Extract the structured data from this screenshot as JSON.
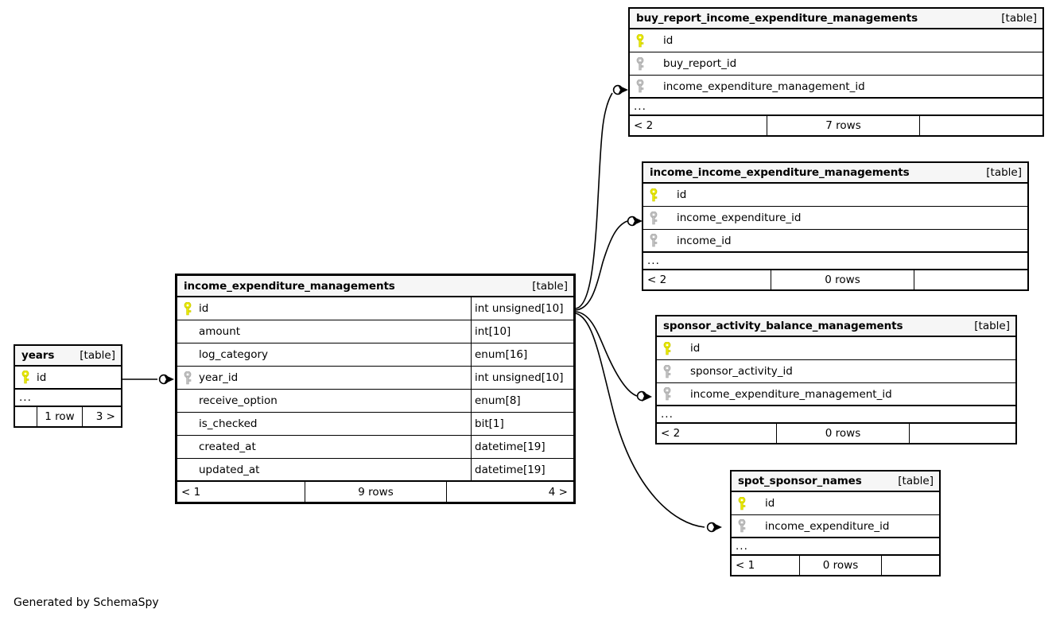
{
  "diagram": {
    "generator_note": "Generated by SchemaSpy",
    "table_tag": "[table]",
    "ellipsis": "...",
    "icons": {
      "primary_key": "key-icon-primary",
      "foreign_key": "key-icon-foreign"
    },
    "colors": {
      "primary_key": "#e8e800",
      "foreign_key": "#bbbbbb",
      "header_bg": "#f6f6f6",
      "border": "#000000",
      "background": "#ffffff"
    }
  },
  "tables": {
    "years": {
      "name": "years",
      "tag": "[table]",
      "columns": [
        {
          "name": "id",
          "key": "primary",
          "type": ""
        }
      ],
      "has_ellipsis": true,
      "ellipsis": "...",
      "footer": {
        "left": "",
        "mid": "1 row",
        "right": "3 >"
      }
    },
    "income_expenditure_managements": {
      "name": "income_expenditure_managements",
      "tag": "[table]",
      "columns": [
        {
          "name": "id",
          "key": "primary",
          "type": "int unsigned[10]"
        },
        {
          "name": "amount",
          "key": "none",
          "type": "int[10]"
        },
        {
          "name": "log_category",
          "key": "none",
          "type": "enum[16]"
        },
        {
          "name": "year_id",
          "key": "foreign",
          "type": "int unsigned[10]"
        },
        {
          "name": "receive_option",
          "key": "none",
          "type": "enum[8]"
        },
        {
          "name": "is_checked",
          "key": "none",
          "type": "bit[1]"
        },
        {
          "name": "created_at",
          "key": "none",
          "type": "datetime[19]"
        },
        {
          "name": "updated_at",
          "key": "none",
          "type": "datetime[19]"
        }
      ],
      "has_ellipsis": false,
      "footer": {
        "left": "< 1",
        "mid": "9 rows",
        "right": "4 >"
      }
    },
    "buy_report_income_expenditure_managements": {
      "name": "buy_report_income_expenditure_managements",
      "tag": "[table]",
      "columns": [
        {
          "name": "id",
          "key": "primary",
          "type": ""
        },
        {
          "name": "buy_report_id",
          "key": "foreign",
          "type": ""
        },
        {
          "name": "income_expenditure_management_id",
          "key": "foreign",
          "type": ""
        }
      ],
      "has_ellipsis": true,
      "ellipsis": "...",
      "footer": {
        "left": "< 2",
        "mid": "7 rows",
        "right": ""
      }
    },
    "income_income_expenditure_managements": {
      "name": "income_income_expenditure_managements",
      "tag": "[table]",
      "columns": [
        {
          "name": "id",
          "key": "primary",
          "type": ""
        },
        {
          "name": "income_expenditure_id",
          "key": "foreign",
          "type": ""
        },
        {
          "name": "income_id",
          "key": "foreign",
          "type": ""
        }
      ],
      "has_ellipsis": true,
      "ellipsis": "...",
      "footer": {
        "left": "< 2",
        "mid": "0 rows",
        "right": ""
      }
    },
    "sponsor_activity_balance_managements": {
      "name": "sponsor_activity_balance_managements",
      "tag": "[table]",
      "columns": [
        {
          "name": "id",
          "key": "primary",
          "type": ""
        },
        {
          "name": "sponsor_activity_id",
          "key": "foreign",
          "type": ""
        },
        {
          "name": "income_expenditure_management_id",
          "key": "foreign",
          "type": ""
        }
      ],
      "has_ellipsis": true,
      "ellipsis": "...",
      "footer": {
        "left": "< 2",
        "mid": "0 rows",
        "right": ""
      }
    },
    "spot_sponsor_names": {
      "name": "spot_sponsor_names",
      "tag": "[table]",
      "columns": [
        {
          "name": "id",
          "key": "primary",
          "type": ""
        },
        {
          "name": "income_expenditure_id",
          "key": "foreign",
          "type": ""
        }
      ],
      "has_ellipsis": true,
      "ellipsis": "...",
      "footer": {
        "left": "< 1",
        "mid": "0 rows",
        "right": ""
      }
    }
  },
  "relationships": [
    {
      "from": "years.id",
      "to": "income_expenditure_managements.year_id"
    },
    {
      "from": "income_expenditure_managements.id",
      "to": "buy_report_income_expenditure_managements.income_expenditure_management_id"
    },
    {
      "from": "income_expenditure_managements.id",
      "to": "income_income_expenditure_managements.income_expenditure_id"
    },
    {
      "from": "income_expenditure_managements.id",
      "to": "sponsor_activity_balance_managements.income_expenditure_management_id"
    },
    {
      "from": "income_expenditure_managements.id",
      "to": "spot_sponsor_names.income_expenditure_id"
    }
  ]
}
